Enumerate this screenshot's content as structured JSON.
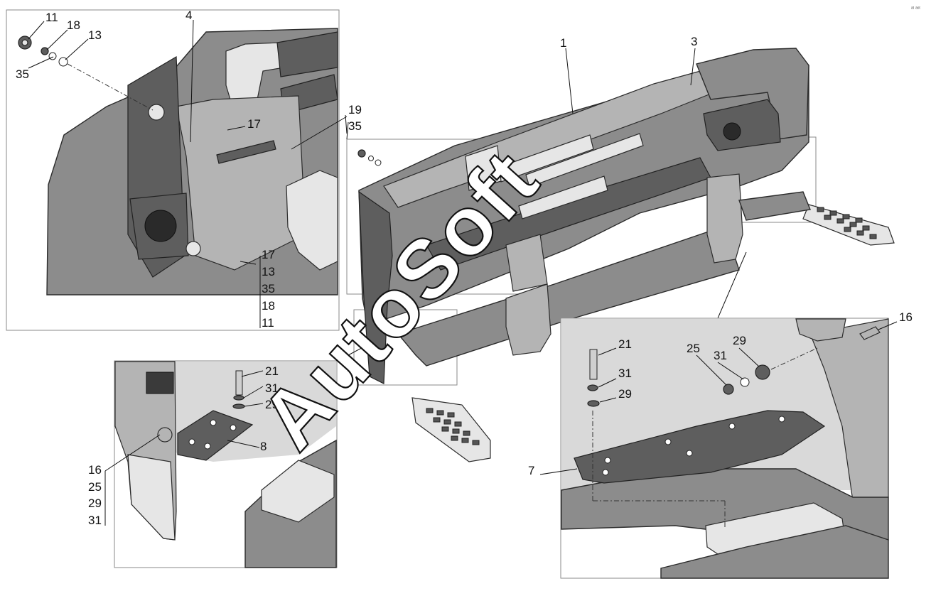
{
  "diagram": {
    "callouts_main": [
      "1",
      "3"
    ],
    "callouts_panel_top_left": [
      "11",
      "18",
      "13",
      "35",
      "4",
      "17",
      "19",
      "35",
      "17",
      "13",
      "35",
      "18",
      "11"
    ],
    "callouts_panel_bottom_left": [
      "21",
      "31",
      "29",
      "8",
      "16",
      "25",
      "29",
      "31"
    ],
    "callouts_panel_right": [
      "16",
      "21",
      "25",
      "31",
      "29",
      "31",
      "29",
      "7"
    ],
    "watermark": "AutoSoft",
    "corner_mark": "ᵃᵗ ᵃᵒᵗ"
  },
  "colors": {
    "steel": "#8c8c8c",
    "steel_dark": "#5e5e5e",
    "steel_light": "#b4b4b4",
    "line": "#2b2b2b",
    "frame": "#8a8a8a",
    "background": "#ffffff"
  }
}
